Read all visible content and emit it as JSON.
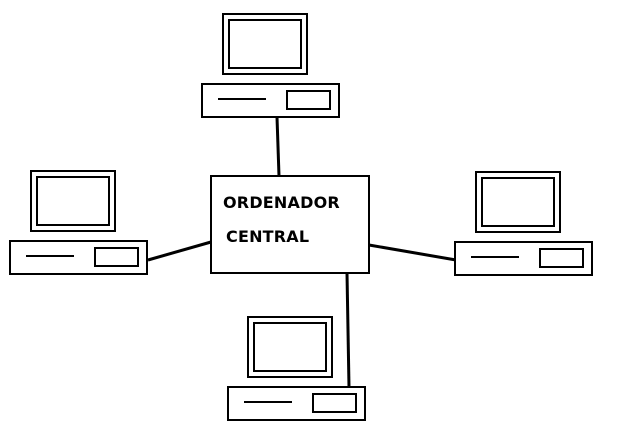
{
  "central_node": {
    "line1": "ORDENADOR",
    "line2": "CENTRAL"
  },
  "colors": {
    "stroke": "#000000",
    "background": "#ffffff"
  },
  "terminals": [
    {
      "name": "terminal-top"
    },
    {
      "name": "terminal-left"
    },
    {
      "name": "terminal-right"
    },
    {
      "name": "terminal-bottom"
    }
  ]
}
